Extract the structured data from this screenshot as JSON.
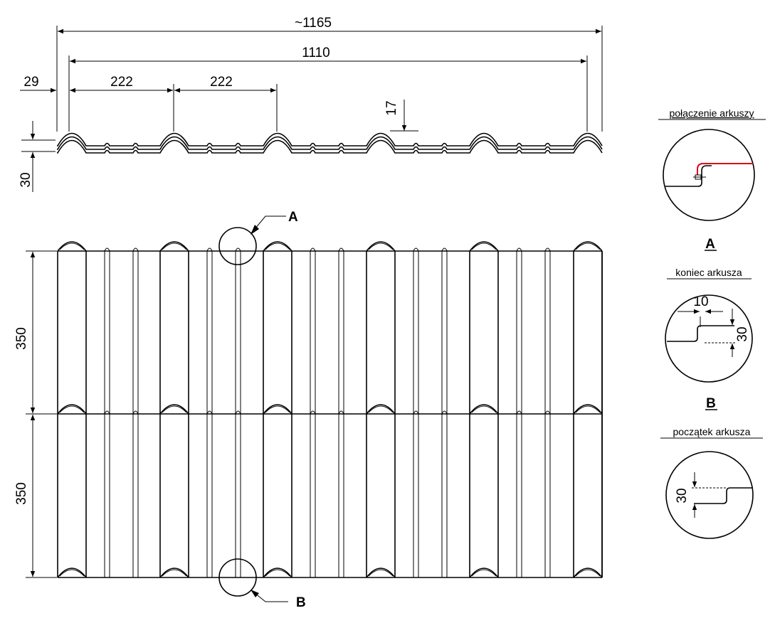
{
  "dimensions": {
    "total_width": "~1165",
    "effective_width": "1110",
    "left_offset": "29",
    "module_1": "222",
    "module_2": "222",
    "step_depth": "17",
    "profile_height": "30",
    "module_length_1": "350",
    "module_length_2": "350"
  },
  "callouts": {
    "a": "A",
    "b": "B"
  },
  "details": {
    "joint": {
      "title": "połączenie arkuszy",
      "letter": "A"
    },
    "sheet_end": {
      "title": "koniec arkusza",
      "dim_horizontal": "10",
      "dim_vertical": "30",
      "letter": "B"
    },
    "sheet_start": {
      "title": "początek arkusza",
      "dim_vertical": "30"
    }
  },
  "colors": {
    "line": "#000000",
    "sealant": "#e0001b"
  }
}
